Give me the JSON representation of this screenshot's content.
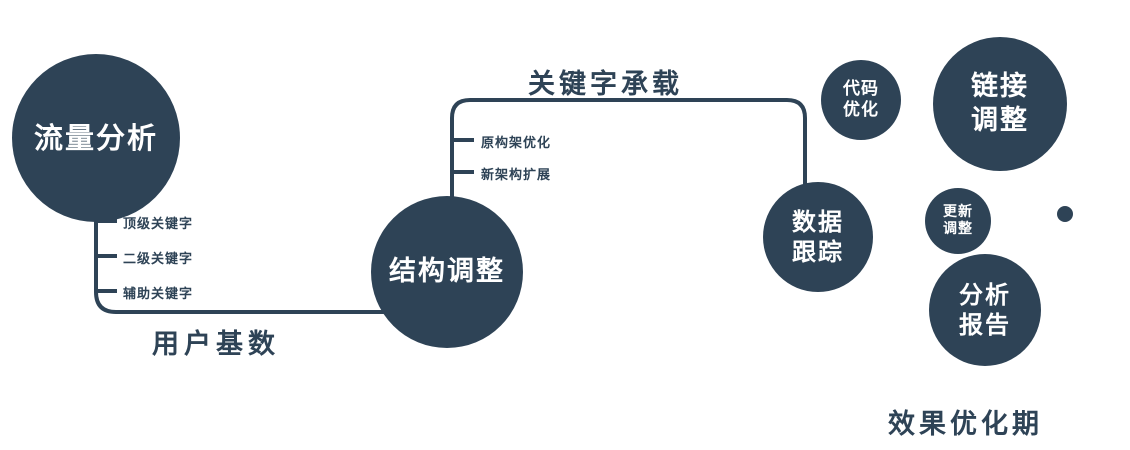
{
  "theme": {
    "primary_color": "#2e4356",
    "circle_text_color": "#ffffff",
    "background_color": "#ffffff"
  },
  "nodes": {
    "traffic_analysis": {
      "label": "流量分析"
    },
    "structure_adjustment": {
      "label": "结构调整"
    },
    "data_tracking": {
      "line1": "数据",
      "line2": "跟踪"
    },
    "code_optimization": {
      "line1": "代码",
      "line2": "优化"
    },
    "link_adjustment": {
      "line1": "链接",
      "line2": "调整"
    },
    "update_adjustment": {
      "line1": "更新",
      "line2": "调整"
    },
    "analysis_report": {
      "line1": "分析",
      "line2": "报告"
    }
  },
  "edge_labels": {
    "user_base": "用户基数",
    "keyword_carrying": "关键字承载"
  },
  "branch_labels": {
    "traffic": [
      "顶级关键字",
      "二级关键字",
      "辅助关键字"
    ],
    "structure": [
      "原构架优化",
      "新架构扩展"
    ]
  },
  "footer": {
    "phase_label": "效果优化期"
  }
}
